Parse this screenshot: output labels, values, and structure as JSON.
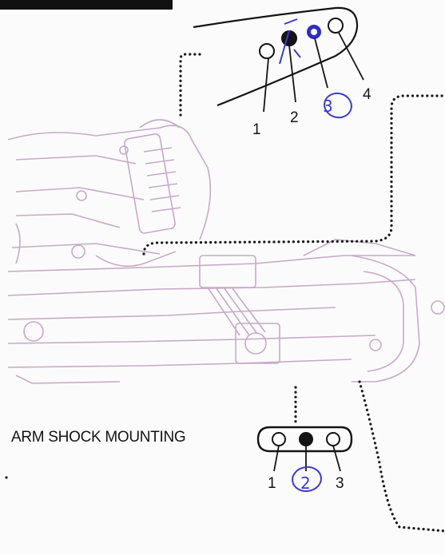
{
  "upper_mount": {
    "positions": [
      "1",
      "2",
      "3",
      "4"
    ],
    "selected_marked": "2",
    "handwritten_choice": "3"
  },
  "lower_mount": {
    "caption": "ARM SHOCK MOUNTING",
    "positions": [
      "1",
      "2",
      "3"
    ],
    "selected_marked": "2",
    "handwritten_choice": "2"
  },
  "colors": {
    "ink": "#141414",
    "faded_line_art": "#c7a9c9",
    "handwriting": "#3a3ad8",
    "leader_dots": "#1a1a1a"
  }
}
